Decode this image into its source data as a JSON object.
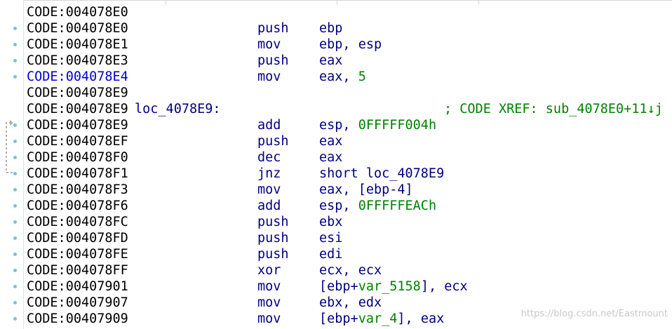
{
  "listing": {
    "rows": [
      {
        "address": "CODE:004078E0",
        "label": "",
        "mnemonic": "",
        "operands": [],
        "comment": "",
        "dot": false,
        "highlight": false
      },
      {
        "address": "CODE:004078E0",
        "label": "",
        "mnemonic": "push",
        "operands": [
          {
            "t": "ebp",
            "k": "text"
          }
        ],
        "comment": "",
        "dot": true,
        "highlight": false
      },
      {
        "address": "CODE:004078E1",
        "label": "",
        "mnemonic": "mov",
        "operands": [
          {
            "t": "ebp, esp",
            "k": "text"
          }
        ],
        "comment": "",
        "dot": true,
        "highlight": false
      },
      {
        "address": "CODE:004078E3",
        "label": "",
        "mnemonic": "push",
        "operands": [
          {
            "t": "eax",
            "k": "text"
          }
        ],
        "comment": "",
        "dot": true,
        "highlight": false
      },
      {
        "address": "CODE:004078E4",
        "label": "",
        "mnemonic": "mov",
        "operands": [
          {
            "t": "eax, ",
            "k": "text"
          },
          {
            "t": "5",
            "k": "num"
          }
        ],
        "comment": "",
        "dot": true,
        "highlight": true
      },
      {
        "address": "CODE:004078E9",
        "label": "",
        "mnemonic": "",
        "operands": [],
        "comment": "",
        "dot": false,
        "highlight": false
      },
      {
        "address": "CODE:004078E9",
        "label": "loc_4078E9:",
        "mnemonic": "",
        "operands": [],
        "comment": "; CODE XREF: sub_4078E0+11↓j",
        "dot": false,
        "highlight": false
      },
      {
        "address": "CODE:004078E9",
        "label": "",
        "mnemonic": "add",
        "operands": [
          {
            "t": "esp, ",
            "k": "text"
          },
          {
            "t": "0FFFFF004h",
            "k": "num"
          }
        ],
        "comment": "",
        "dot": true,
        "highlight": false
      },
      {
        "address": "CODE:004078EF",
        "label": "",
        "mnemonic": "push",
        "operands": [
          {
            "t": "eax",
            "k": "text"
          }
        ],
        "comment": "",
        "dot": true,
        "highlight": false
      },
      {
        "address": "CODE:004078F0",
        "label": "",
        "mnemonic": "dec",
        "operands": [
          {
            "t": "eax",
            "k": "text"
          }
        ],
        "comment": "",
        "dot": true,
        "highlight": false
      },
      {
        "address": "CODE:004078F1",
        "label": "",
        "mnemonic": "jnz",
        "operands": [
          {
            "t": "short loc_4078E9",
            "k": "text"
          }
        ],
        "comment": "",
        "dot": true,
        "highlight": false
      },
      {
        "address": "CODE:004078F3",
        "label": "",
        "mnemonic": "mov",
        "operands": [
          {
            "t": "eax, [ebp-4]",
            "k": "text"
          }
        ],
        "comment": "",
        "dot": true,
        "highlight": false
      },
      {
        "address": "CODE:004078F6",
        "label": "",
        "mnemonic": "add",
        "operands": [
          {
            "t": "esp, ",
            "k": "text"
          },
          {
            "t": "0FFFFFEACh",
            "k": "num"
          }
        ],
        "comment": "",
        "dot": true,
        "highlight": false
      },
      {
        "address": "CODE:004078FC",
        "label": "",
        "mnemonic": "push",
        "operands": [
          {
            "t": "ebx",
            "k": "text"
          }
        ],
        "comment": "",
        "dot": true,
        "highlight": false
      },
      {
        "address": "CODE:004078FD",
        "label": "",
        "mnemonic": "push",
        "operands": [
          {
            "t": "esi",
            "k": "text"
          }
        ],
        "comment": "",
        "dot": true,
        "highlight": false
      },
      {
        "address": "CODE:004078FE",
        "label": "",
        "mnemonic": "push",
        "operands": [
          {
            "t": "edi",
            "k": "text"
          }
        ],
        "comment": "",
        "dot": true,
        "highlight": false
      },
      {
        "address": "CODE:004078FF",
        "label": "",
        "mnemonic": "xor",
        "operands": [
          {
            "t": "ecx, ecx",
            "k": "text"
          }
        ],
        "comment": "",
        "dot": true,
        "highlight": false
      },
      {
        "address": "CODE:00407901",
        "label": "",
        "mnemonic": "mov",
        "operands": [
          {
            "t": "[ebp+",
            "k": "text"
          },
          {
            "t": "var_5158",
            "k": "var"
          },
          {
            "t": "], ecx",
            "k": "text"
          }
        ],
        "comment": "",
        "dot": true,
        "highlight": false
      },
      {
        "address": "CODE:00407907",
        "label": "",
        "mnemonic": "mov",
        "operands": [
          {
            "t": "ebx, edx",
            "k": "text"
          }
        ],
        "comment": "",
        "dot": true,
        "highlight": false
      },
      {
        "address": "CODE:00407909",
        "label": "",
        "mnemonic": "mov",
        "operands": [
          {
            "t": "[ebp+",
            "k": "text"
          },
          {
            "t": "var_4",
            "k": "var"
          },
          {
            "t": "], eax",
            "k": "text"
          }
        ],
        "comment": "",
        "dot": true,
        "highlight": false
      }
    ]
  },
  "colors": {
    "address": "#000000",
    "address_highlight": "#0000d0",
    "mnemonic": "#000080",
    "number": "#008000",
    "comment": "#008000",
    "gutter_dot": "#7fbfe0",
    "jump_arrow": "#b0b0b0"
  },
  "icons": {
    "gutter_dot": "instruction-dot-icon",
    "loop_arrow": "jump-arrow-icon"
  },
  "watermark": "https://blog.csdn.net/Eastmount"
}
